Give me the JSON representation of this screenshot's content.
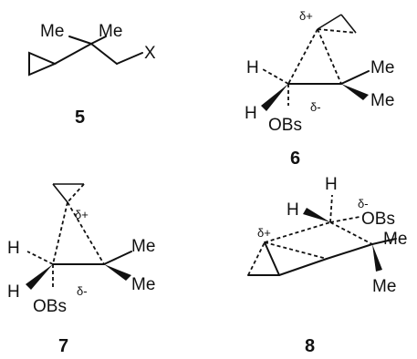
{
  "compounds": [
    {
      "id": "5",
      "number_label": "5",
      "labels": {
        "me1": "Me",
        "me2": "Me",
        "x": "X"
      }
    },
    {
      "id": "6",
      "number_label": "6",
      "labels": {
        "delta_plus": "δ+",
        "h1": "H",
        "h2": "H",
        "me1": "Me",
        "me2": "Me",
        "delta_minus": "δ-",
        "obs": "OBs"
      }
    },
    {
      "id": "7",
      "number_label": "7",
      "labels": {
        "delta_plus": "δ+",
        "h1": "H",
        "h2": "H",
        "me1": "Me",
        "me2": "Me",
        "delta_minus": "δ-",
        "obs": "OBs"
      }
    },
    {
      "id": "8",
      "number_label": "8",
      "labels": {
        "delta_plus": "δ+",
        "h": "H",
        "delta_minus": "δ-",
        "obs": "OBs",
        "me1": "Me",
        "me2": "Me"
      }
    }
  ]
}
